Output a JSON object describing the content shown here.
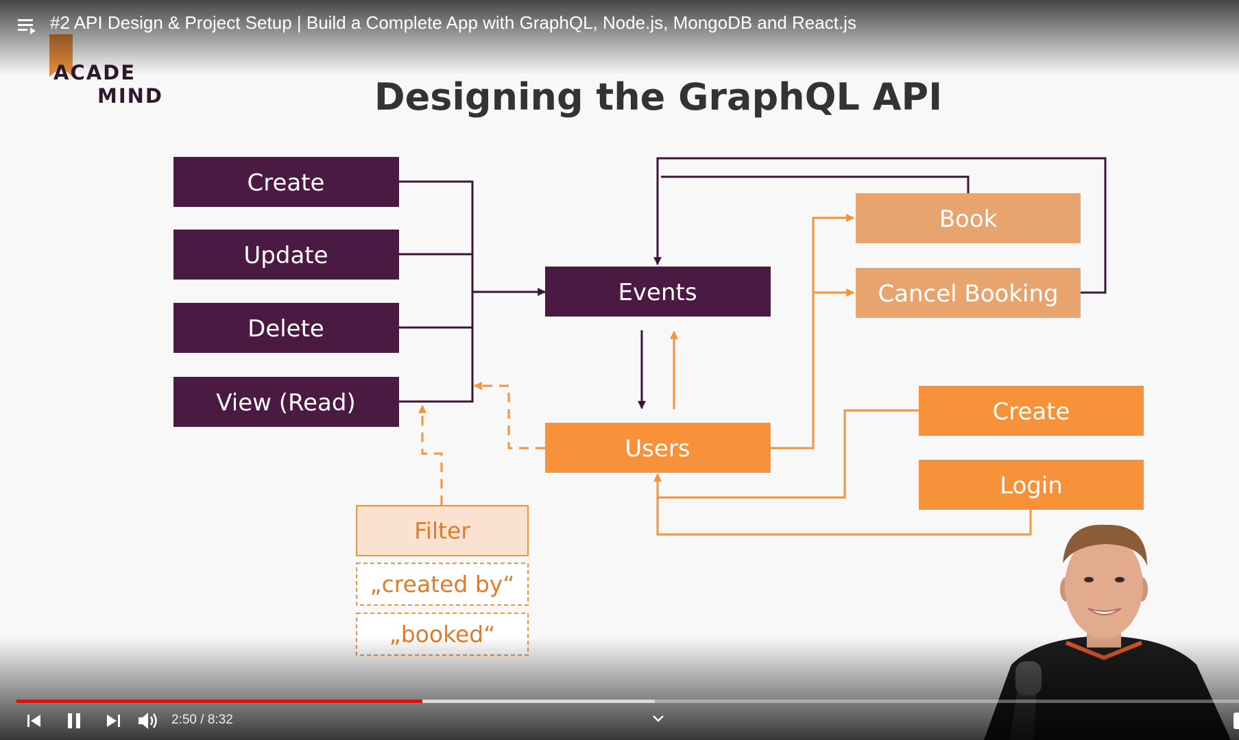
{
  "video": {
    "title": "#2 API Design & Project Setup | Build a Complete App with GraphQL, Node.js, MongoDB and React.js",
    "time_current": "2:50",
    "time_total": "8:32",
    "progress_fraction": 0.3323,
    "buffer_fraction": 0.522
  },
  "logo": {
    "line1": "ACADE",
    "line2": "MIND"
  },
  "slide": {
    "heading": "Designing the GraphQL API",
    "boxes": {
      "create_left": "Create",
      "update": "Update",
      "delete": "Delete",
      "view_read": "View (Read)",
      "events": "Events",
      "book": "Book",
      "cancel_booking": "Cancel Booking",
      "users": "Users",
      "create_right": "Create",
      "login": "Login",
      "filter": "Filter",
      "created_by": "„created by“",
      "booked": "„booked“"
    }
  },
  "colors": {
    "purple": "#4a1a42",
    "orange": "#f7913a",
    "orange_light": "#e8a46f",
    "orange_pale": "#fbe2d0",
    "progress": "#ff0000"
  }
}
